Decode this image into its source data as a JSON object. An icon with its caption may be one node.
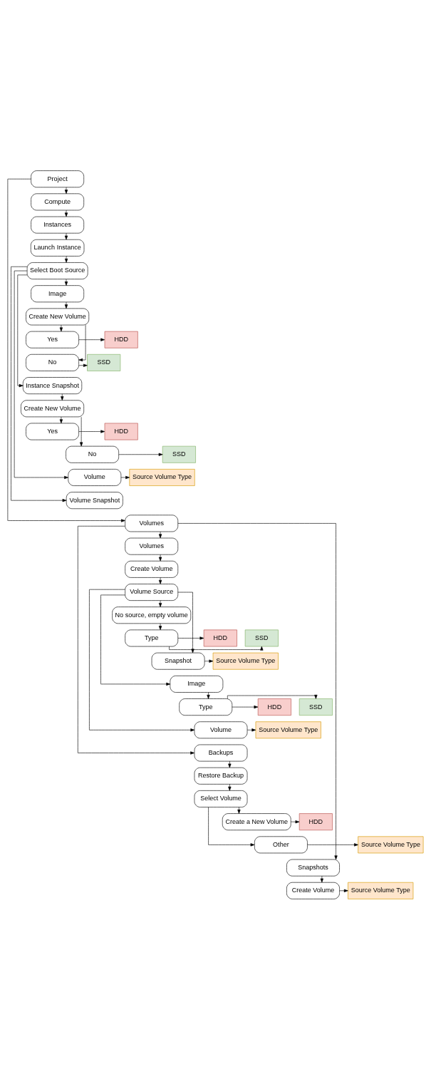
{
  "diagram": {
    "nodes": [
      {
        "text": [
          "Project"
        ]
      },
      {
        "text": [
          "Compute"
        ]
      },
      {
        "text": [
          "Instances"
        ]
      },
      {
        "text": [
          "Launch Instance"
        ]
      },
      {
        "text": [
          "Select Boot Source"
        ]
      },
      {
        "text": [
          "Image"
        ]
      },
      {
        "text": [
          "Create New Volume"
        ]
      },
      {
        "text": [
          "Yes"
        ]
      },
      {
        "text": [
          "HDD"
        ]
      },
      {
        "text": [
          "No"
        ]
      },
      {
        "text": [
          "SSD"
        ]
      },
      {
        "text": [
          "Instance Snapshot"
        ]
      },
      {
        "text": [
          "Create New Volume"
        ]
      },
      {
        "text": [
          "Yes"
        ]
      },
      {
        "text": [
          "HDD"
        ]
      },
      {
        "text": [
          "No"
        ]
      },
      {
        "text": [
          "SSD"
        ]
      },
      {
        "text": [
          "Volume"
        ]
      },
      {
        "text": [
          "Source Volume Type"
        ]
      },
      {
        "text": [
          "Volume Snapshot"
        ]
      },
      {
        "text": [
          "Volumes"
        ]
      },
      {
        "text": [
          "Volumes"
        ]
      },
      {
        "text": [
          "Create Volume"
        ]
      },
      {
        "text": [
          "Volume Source"
        ]
      },
      {
        "text": [
          "No source, empty volume"
        ]
      },
      {
        "text": [
          "SSD"
        ]
      },
      {
        "text": [
          "Type"
        ]
      },
      {
        "text": [
          "HDD"
        ]
      },
      {
        "text": [
          "Snapshot"
        ]
      },
      {
        "text": [
          "Source Volume Type"
        ]
      },
      {
        "text": [
          "Image"
        ]
      },
      {
        "text": [
          "SSD"
        ]
      },
      {
        "text": [
          "Type"
        ]
      },
      {
        "text": [
          "HDD"
        ]
      },
      {
        "text": [
          "Volume"
        ]
      },
      {
        "text": [
          "Source Volume Type"
        ]
      },
      {
        "text": [
          "Backups"
        ]
      },
      {
        "text": [
          "Restore Backup"
        ]
      },
      {
        "text": [
          "Select Volume"
        ]
      },
      {
        "text": [
          "Create a New Volume"
        ]
      },
      {
        "text": [
          "HDD"
        ]
      },
      {
        "text": [
          "Other"
        ]
      },
      {
        "text": [
          "Source Volume Type"
        ]
      },
      {
        "text": [
          "Snapshots"
        ]
      },
      {
        "text": [
          "Create Volume"
        ]
      },
      {
        "text": [
          "Source Volume Type"
        ]
      }
    ],
    "edges": [
      {
        "from": 0,
        "to": 1,
        "arrow": "to"
      },
      {
        "from": 0,
        "to": 20,
        "arrow": "to"
      },
      {
        "from": 1,
        "to": 2,
        "arrow": "to"
      },
      {
        "from": 2,
        "to": 3,
        "arrow": "to"
      },
      {
        "from": 3,
        "to": 4,
        "arrow": "to"
      },
      {
        "from": 4,
        "to": 5,
        "arrow": "to"
      },
      {
        "from": 4,
        "to": 11,
        "arrow": "to"
      },
      {
        "from": 4,
        "to": 17,
        "arrow": "to"
      },
      {
        "from": 4,
        "to": 19,
        "arrow": "to"
      },
      {
        "from": 5,
        "to": 6,
        "arrow": "to"
      },
      {
        "from": 6,
        "to": 7,
        "arrow": "to"
      },
      {
        "from": 6,
        "to": 9,
        "arrow": "to"
      },
      {
        "from": 7,
        "to": 8,
        "arrow": "to"
      },
      {
        "from": 9,
        "to": 10,
        "arrow": "to"
      },
      {
        "from": 11,
        "to": 12,
        "arrow": "to"
      },
      {
        "from": 12,
        "to": 13,
        "arrow": "to"
      },
      {
        "from": 12,
        "to": 15,
        "arrow": "to"
      },
      {
        "from": 13,
        "to": 14,
        "arrow": "to"
      },
      {
        "from": 15,
        "to": 16,
        "arrow": "to"
      },
      {
        "from": 17,
        "to": 18,
        "arrow": "to"
      },
      {
        "from": 20,
        "to": 21,
        "arrow": "to"
      },
      {
        "from": 20,
        "to": 36,
        "arrow": "to"
      },
      {
        "from": 20,
        "to": 43,
        "arrow": "to"
      },
      {
        "from": 21,
        "to": 22,
        "arrow": "to"
      },
      {
        "from": 22,
        "to": 23,
        "arrow": "to"
      },
      {
        "from": 23,
        "to": 24,
        "arrow": "to"
      },
      {
        "from": 23,
        "to": 28,
        "arrow": "to"
      },
      {
        "from": 23,
        "to": 30,
        "arrow": "to"
      },
      {
        "from": 23,
        "to": 34,
        "arrow": "to"
      },
      {
        "from": 24,
        "to": 26,
        "arrow": "to"
      },
      {
        "from": 26,
        "to": 25,
        "arrow": "to"
      },
      {
        "from": 26,
        "to": 27,
        "arrow": "to"
      },
      {
        "from": 28,
        "to": 29,
        "arrow": "to"
      },
      {
        "from": 30,
        "to": 32,
        "arrow": "to"
      },
      {
        "from": 32,
        "to": 31,
        "arrow": "to"
      },
      {
        "from": 32,
        "to": 33,
        "arrow": "to"
      },
      {
        "from": 34,
        "to": 35,
        "arrow": "to"
      },
      {
        "from": 36,
        "to": 37,
        "arrow": "to"
      },
      {
        "from": 37,
        "to": 38,
        "arrow": "to"
      },
      {
        "from": 38,
        "to": 39,
        "arrow": "to"
      },
      {
        "from": 38,
        "to": 41,
        "arrow": "to"
      },
      {
        "from": 39,
        "to": 40,
        "arrow": "to"
      },
      {
        "from": 41,
        "to": 42,
        "arrow": "to"
      },
      {
        "from": 43,
        "to": 44,
        "arrow": "to"
      },
      {
        "from": 44,
        "to": 45,
        "arrow": "to"
      }
    ]
  }
}
